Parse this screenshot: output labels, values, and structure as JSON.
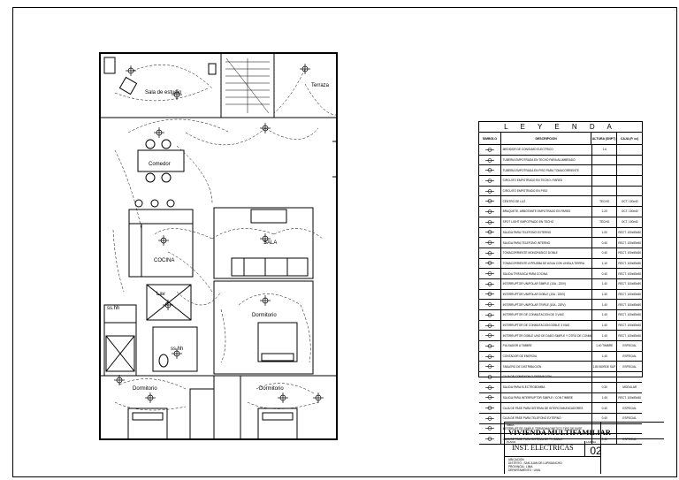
{
  "plan": {
    "rooms": [
      {
        "id": "sala_estudio",
        "label": "Sala de estudio"
      },
      {
        "id": "terraza",
        "label": "Terraza"
      },
      {
        "id": "comedor",
        "label": "Comedor"
      },
      {
        "id": "cocina",
        "label": "COCINA"
      },
      {
        "id": "sala",
        "label": "SALA"
      },
      {
        "id": "lav",
        "label": "Lav"
      },
      {
        "id": "sshh1",
        "label": "ss.hh"
      },
      {
        "id": "sshh2",
        "label": "ss.hh"
      },
      {
        "id": "dormitorio1",
        "label": "Dormitorio"
      },
      {
        "id": "dormitorio2",
        "label": "Dormitorio"
      },
      {
        "id": "dormitorio3",
        "label": "Dormitorio"
      }
    ]
  },
  "legend": {
    "title": "L E Y E N D A",
    "headers": {
      "symbol": "SIMBOLO",
      "description": "DESCRIPCION",
      "height": "ALTURA (SNPT)",
      "box": "CAJA (P. cc)"
    },
    "rows": [
      {
        "desc": "MEDIDOR DE CONSUMO ELECTRICO",
        "h": "1.6",
        "c": ""
      },
      {
        "desc": "TUBERIA EMPOTRADA EN TECHO PARA ALUMBRADO",
        "h": "",
        "c": ""
      },
      {
        "desc": "TUBERIA EMPOTRADA EN PISO PARA TOMACORRIENTE",
        "h": "",
        "c": ""
      },
      {
        "desc": "CIRCUITO EMPOTRADO EN TECHO / PARED",
        "h": "",
        "c": ""
      },
      {
        "desc": "CIRCUITO EMPOTRADO EN PISO",
        "h": "",
        "c": ""
      },
      {
        "desc": "CENTRO DE LUZ",
        "h": "TECHO",
        "c": "OCT. 100x40"
      },
      {
        "desc": "BRAQUETE, ARBOTANTE EMPOTRADO EN PARED",
        "h": "2.20",
        "c": "OCT. 100x40"
      },
      {
        "desc": "SPOT LIGHT EMPOTRADO EN TECHO",
        "h": "TECHO",
        "c": "OCT. 100x40"
      },
      {
        "desc": "SALIDA PARA TELEFONO EXTERNO",
        "h": "1.00",
        "c": "RECT. 100x55x50"
      },
      {
        "desc": "SALIDA PARA TELEFONO INTERNO",
        "h": "0.40",
        "c": "RECT. 100x55x50"
      },
      {
        "desc": "TOMACORRIENTE MONOFASICO DOBLE",
        "h": "0.40",
        "c": "RECT. 100x55x50"
      },
      {
        "desc": "TOMACORRIENTE A PRUEBA DE AGUA CON LINEA A TIERRA",
        "h": "1.10",
        "c": "RECT. 100x55x50"
      },
      {
        "desc": "SALIDA TRIFASICA PARA COCINA",
        "h": "0.40",
        "c": "RECT. 100x55x50"
      },
      {
        "desc": "INTERRUPTOR UNIPOLAR SIMPLE (10A - 220V)",
        "h": "1.40",
        "c": "RECT. 100x55x50"
      },
      {
        "desc": "INTERRUPTOR UNIPOLAR DOBLE (10A - 220V)",
        "h": "1.40",
        "c": "RECT. 100x55x50"
      },
      {
        "desc": "INTERRUPTOR UNIPOLAR TRIPLE (10A - 220V)",
        "h": "1.40",
        "c": "RECT. 100x55x50"
      },
      {
        "desc": "INTERRUPTOR DE CONMUTACION DE 3 VIAS",
        "h": "1.40",
        "c": "RECT. 100x55x50"
      },
      {
        "desc": "INTERRUPTOR DE CONMUTACION DOBLE 3 VIAS",
        "h": "1.40",
        "c": "RECT. 100x55x50"
      },
      {
        "desc": "INTERRUPTOR DOBLE UNO DE DADO SIMPLE Y OTRO DE CONMUTACION",
        "h": "1.40",
        "c": "RECT. 100x55x50"
      },
      {
        "desc": "PULSADOR A TIMBRE",
        "h": "1.40 TIMBRE",
        "c": "ESPECIAL"
      },
      {
        "desc": "CONTADOR DE ENERGIA",
        "h": "1.40",
        "c": "ESPECIAL"
      },
      {
        "desc": "TABLERO DE DISTRIBUCION",
        "h": "1.80 BORDE SUP.",
        "c": "ESPECIAL"
      },
      {
        "desc": "CAJA DE CONEXION O DERIVACION",
        "h": "",
        "c": ""
      },
      {
        "desc": "SALIDA PARA ELECTROBOMBA",
        "h": "0.30",
        "c": "MODULAR"
      },
      {
        "desc": "SALIDA PARA INTERRUPTOR SIMPLE / CON TIMBRE",
        "h": "1.40",
        "c": "RECT. 100x55x50"
      },
      {
        "desc": "CAJA DE PASE PARA SISTEMA DE INTERCOMUNICADORES",
        "h": "0.40",
        "c": "ESPECIAL"
      },
      {
        "desc": "CAJA DE PASE PARA TELEFONO EXTERNO",
        "h": "0.40",
        "c": "ESPECIAL"
      },
      {
        "desc": "INTERRUPTOR SIMPLE TERMOMAGNETICO TIPO DE FASE",
        "h": "",
        "c": ""
      },
      {
        "desc": "CAJA DE PASE PARA SISTEMA DE TV CABLE",
        "h": "0.40",
        "c": "ESPECIAL"
      }
    ]
  },
  "title_block": {
    "project_label": "OBRA",
    "project": "VIVIENDA MULTIFAMILIAR",
    "sheet_label": "PLANO",
    "sheet": "INST. ELECTRICAS",
    "num_label": "LAMINA",
    "num": "02",
    "location_label": "UBICACION",
    "district": "DISTRITO : SAN JUAN DE LURIGANCHO",
    "province": "PROVINCIA : LIMA",
    "department": "DEPARTAMENTO : LIMA"
  }
}
